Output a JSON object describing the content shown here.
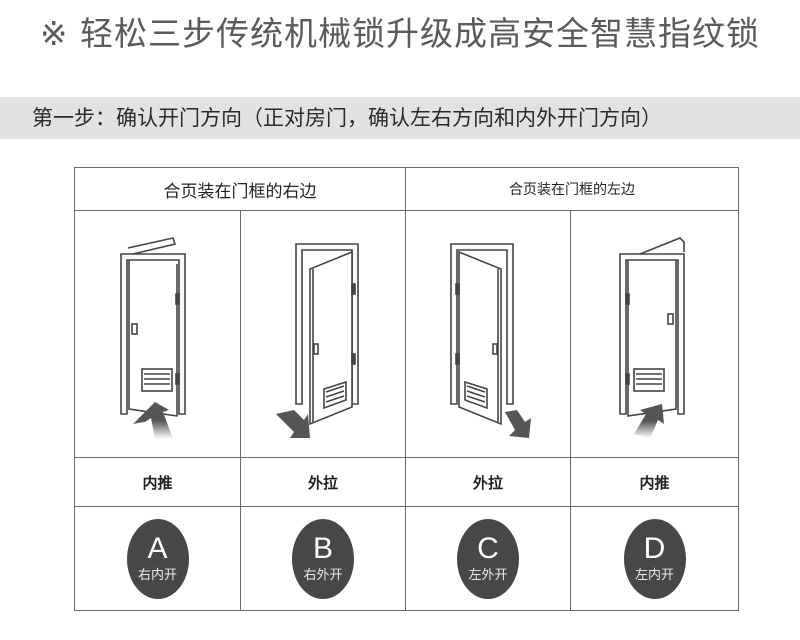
{
  "title": "※ 轻松三步传统机械锁升级成高安全智慧指纹锁",
  "step": {
    "label": "第一步：确认开门方向（正对房门，确认左右方向和内外开门方向）"
  },
  "table": {
    "groups": [
      {
        "label": "合页装在门框的右边"
      },
      {
        "label": "合页装在门框的左边"
      }
    ],
    "columns": [
      {
        "illustration": "door-push-inward-hinge-right-icon",
        "action": "内推",
        "badge_letter": "A",
        "badge_label": "右内开"
      },
      {
        "illustration": "door-pull-outward-hinge-right-icon",
        "action": "外拉",
        "badge_letter": "B",
        "badge_label": "右外开"
      },
      {
        "illustration": "door-pull-outward-hinge-left-icon",
        "action": "外拉",
        "badge_letter": "C",
        "badge_label": "左外开"
      },
      {
        "illustration": "door-push-inward-hinge-left-icon",
        "action": "内推",
        "badge_letter": "D",
        "badge_label": "左内开"
      }
    ]
  },
  "colors": {
    "title_text": "#5a5a5a",
    "step_bar_bg": "#e2e2e2",
    "badge_bg": "#474747",
    "grid_line": "#6a6a6a",
    "arrow": "#555555"
  }
}
